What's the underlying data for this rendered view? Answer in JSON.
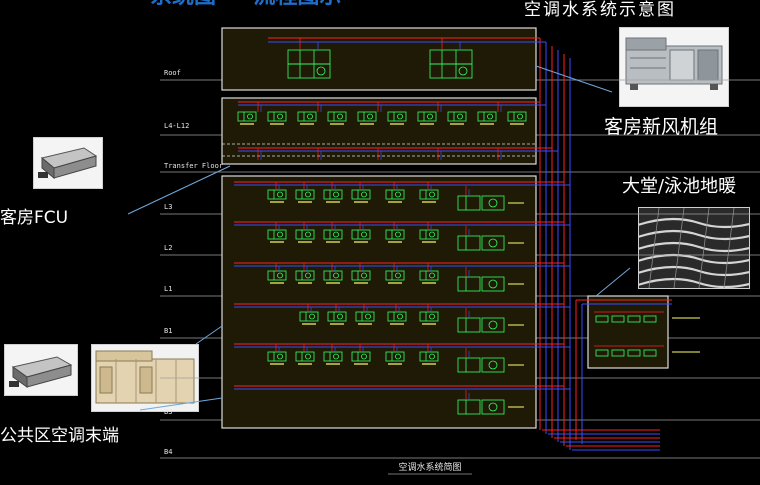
{
  "header": {
    "top_title": "空调水系统示意图",
    "clipped_title": "系统图 一 流程图示"
  },
  "floors": {
    "roof": "Roof",
    "l4_l12": "L4-L12",
    "transfer": "Transfer Floor",
    "l3": "L3",
    "l2": "L2",
    "l1": "L1",
    "b1": "B1",
    "b3": "B3",
    "b4": "B4"
  },
  "callouts": {
    "guest_fresh_air_unit": "客房新风机组",
    "guest_fcu": "客房FCU",
    "lobby_pool_floor_heating": "大堂/泳池地暖",
    "public_area_terminal": "公共区空调末端"
  },
  "footer": {
    "caption": "空调水系统简图"
  },
  "colors": {
    "background": "#000000",
    "supply_pipe": "#ff2020",
    "return_pipe": "#3a4dff",
    "equipment": "#33ff66",
    "box_fill": "#1e1a06",
    "box_border": "#dcdcdc",
    "level_line": "#a0a0a0",
    "leader": "#6fa8dc"
  },
  "icons": [
    "fcu-photo",
    "air-handling-unit-photo",
    "floor-heating-coil-photo",
    "fresh-air-unit-photo"
  ]
}
